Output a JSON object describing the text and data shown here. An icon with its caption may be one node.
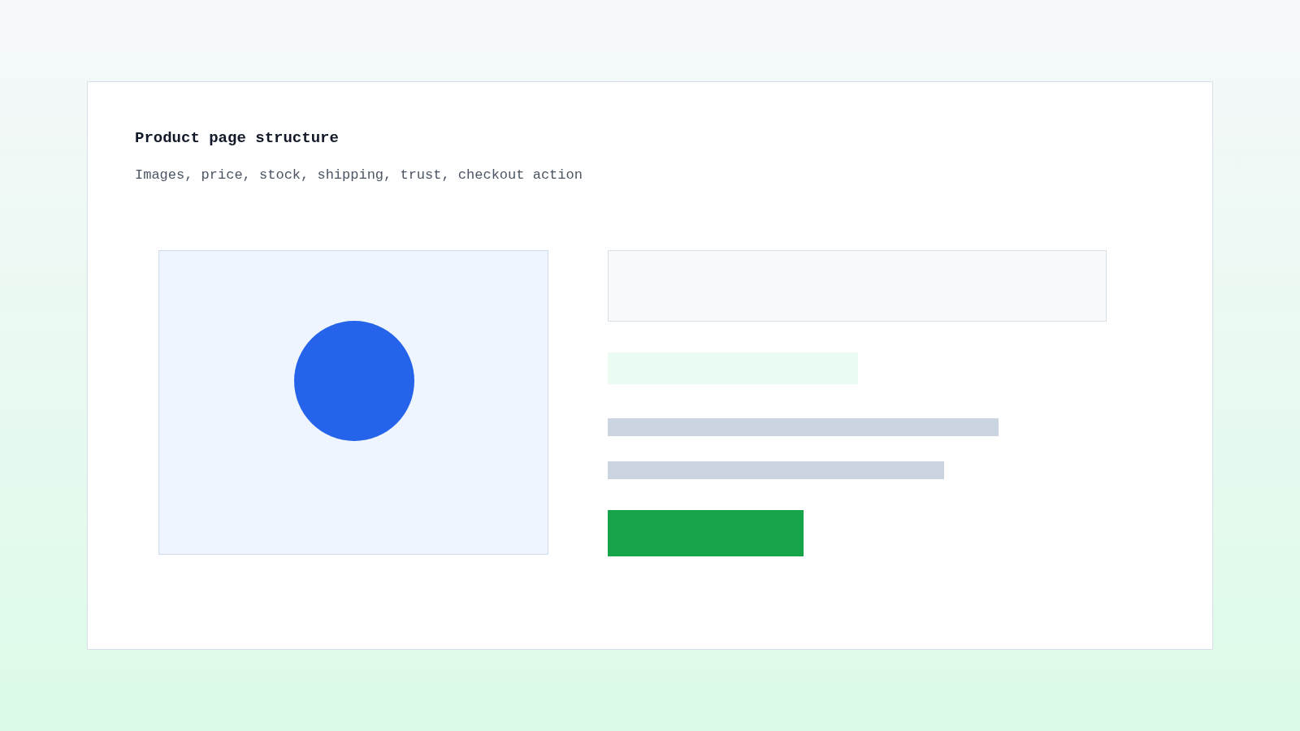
{
  "diagram": {
    "title": "Product page structure",
    "caption": "Images, price, stock, shipping, trust, checkout action",
    "nodes": [
      {
        "text": [],
        "shape": "box"
      },
      {
        "text": [],
        "shape": "circle",
        "in": 0
      },
      {
        "text": [],
        "shape": "box"
      },
      {
        "text": [],
        "shape": "bar"
      },
      {
        "text": [],
        "shape": "bar"
      },
      {
        "text": [],
        "shape": "bar"
      },
      {
        "text": [],
        "shape": "bar"
      }
    ]
  }
}
